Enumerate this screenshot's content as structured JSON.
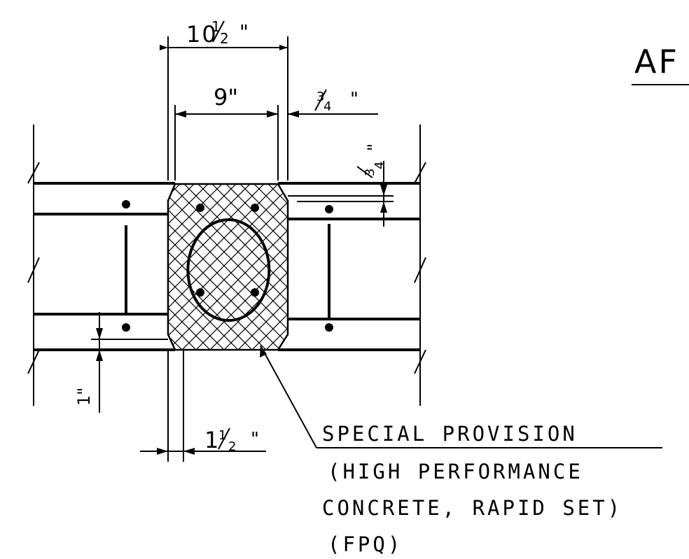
{
  "title_partial": "AF",
  "dimensions": {
    "total_width": {
      "whole": "10",
      "num": "1",
      "den": "2",
      "unit": "\""
    },
    "inner_width": "9\"",
    "side_gap": {
      "num": "3",
      "den": "4",
      "unit": "\""
    },
    "top_offset": {
      "num": "3",
      "den": "4",
      "unit": "\""
    },
    "joint_gap": {
      "whole": "1",
      "num": "1",
      "den": "2",
      "unit": "\""
    },
    "bottom_offset": "1\""
  },
  "callout": {
    "line1": "SPECIAL PROVISION",
    "line2": "(HIGH PERFORMANCE",
    "line3": "CONCRETE, RAPID SET)",
    "line4": "(FPQ)"
  },
  "colors": {
    "ink": "#000000",
    "paper": "#ffffff"
  }
}
